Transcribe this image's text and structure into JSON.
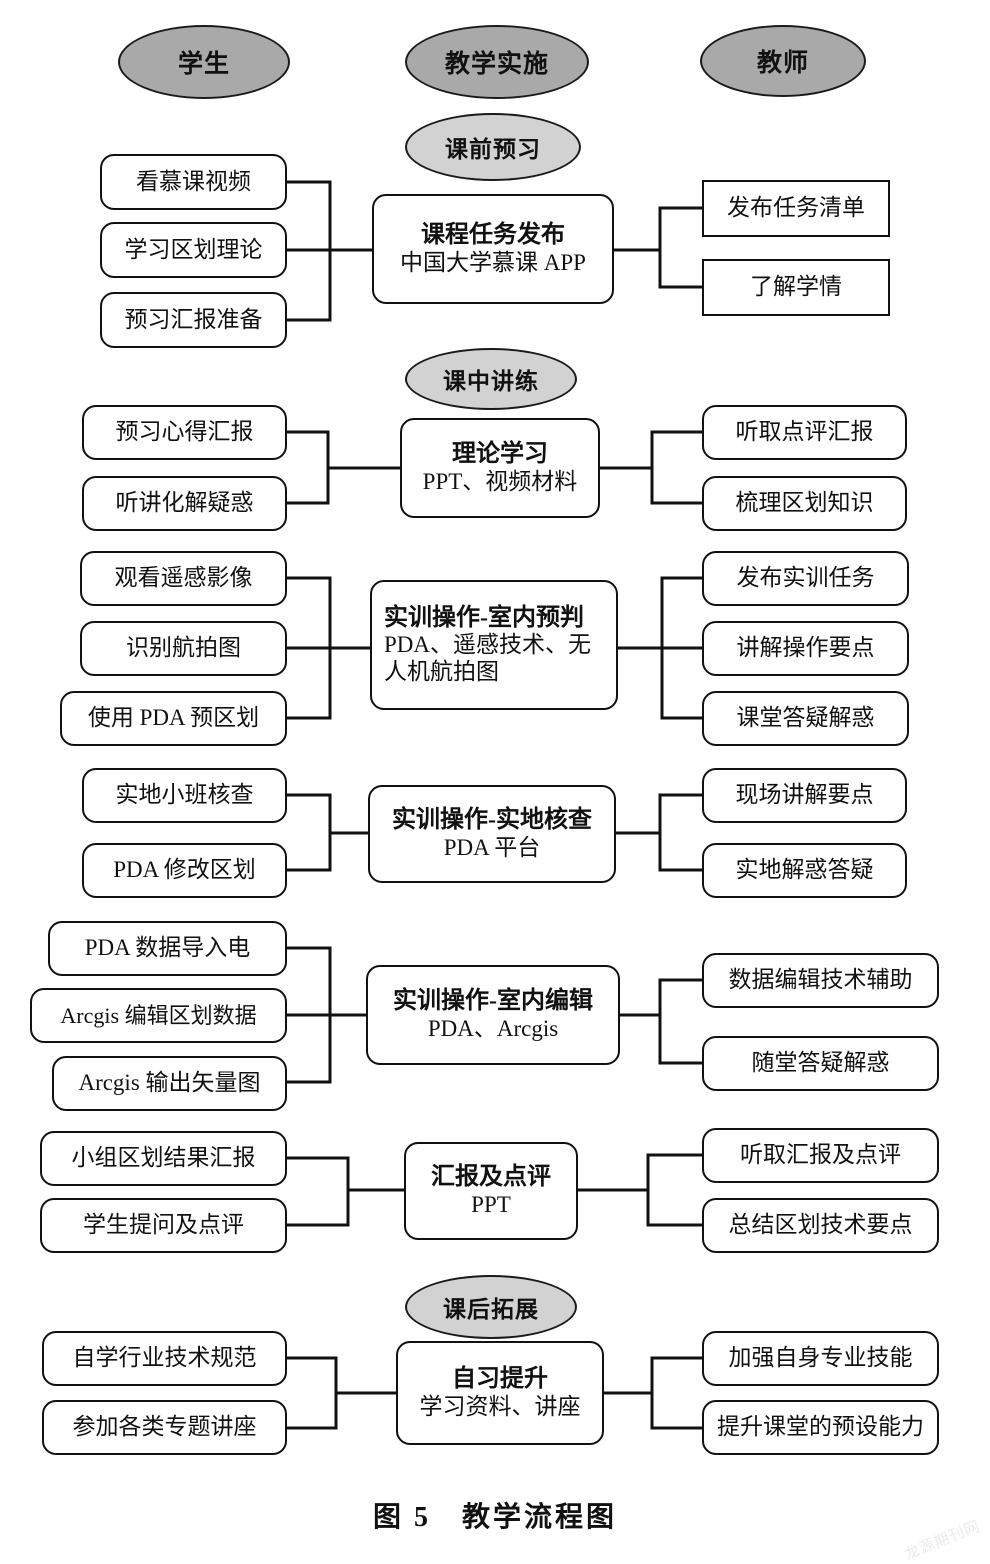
{
  "figure": {
    "caption": "图 5　教学流程图",
    "watermark": "龙源期刊网"
  },
  "colors": {
    "role_ellipse_fill": "#a9a9a9",
    "phase_ellipse_fill": "#d2d2d2",
    "stroke": "#111111",
    "background": "#ffffff"
  },
  "columns": [
    {
      "id": "student",
      "label": "学生"
    },
    {
      "id": "teaching",
      "label": "教学实施"
    },
    {
      "id": "teacher",
      "label": "教师"
    }
  ],
  "phases": [
    {
      "id": "pre-class",
      "label": "课前预习"
    },
    {
      "id": "in-class",
      "label": "课中讲练"
    },
    {
      "id": "post-class",
      "label": "课后拓展"
    }
  ],
  "sections": [
    {
      "id": "course-task-release",
      "phase": "课前预习",
      "center": {
        "title": "课程任务发布",
        "subtitle": "中国大学慕课 APP"
      },
      "student": [
        "看慕课视频",
        "学习区划理论",
        "预习汇报准备"
      ],
      "teacher": [
        "发布任务清单",
        "了解学情"
      ]
    },
    {
      "id": "theory-study",
      "phase": "课中讲练",
      "center": {
        "title": "理论学习",
        "subtitle": "PPT、视频材料"
      },
      "student": [
        "预习心得汇报",
        "听讲化解疑惑"
      ],
      "teacher": [
        "听取点评汇报",
        "梳理区划知识"
      ]
    },
    {
      "id": "indoor-prejudge",
      "phase": "",
      "center": {
        "title": "实训操作-室内预判",
        "subtitle": "PDA、遥感技术、无\n人机航拍图"
      },
      "student": [
        "观看遥感影像",
        "识别航拍图",
        "使用 PDA 预区划"
      ],
      "teacher": [
        "发布实训任务",
        "讲解操作要点",
        "课堂答疑解惑"
      ]
    },
    {
      "id": "field-verification",
      "phase": "",
      "center": {
        "title": "实训操作-实地核查",
        "subtitle": "PDA 平台"
      },
      "student": [
        "实地小班核查",
        "PDA 修改区划"
      ],
      "teacher": [
        "现场讲解要点",
        "实地解惑答疑"
      ]
    },
    {
      "id": "indoor-editing",
      "phase": "",
      "center": {
        "title": "实训操作-室内编辑",
        "subtitle": "PDA、Arcgis"
      },
      "student": [
        "PDA  数据导入电",
        "Arcgis 编辑区划数据",
        "Arcgis 输出矢量图"
      ],
      "teacher": [
        "数据编辑技术辅助",
        "随堂答疑解惑"
      ]
    },
    {
      "id": "report-and-review",
      "phase": "",
      "center": {
        "title": "汇报及点评",
        "subtitle": "PPT"
      },
      "student": [
        "小组区划结果汇报",
        "学生提问及点评"
      ],
      "teacher": [
        "听取汇报及点评",
        "总结区划技术要点"
      ]
    },
    {
      "id": "self-study-improve",
      "phase": "课后拓展",
      "center": {
        "title": "自习提升",
        "subtitle": "学习资料、讲座"
      },
      "student": [
        "自学行业技术规范",
        "参加各类专题讲座"
      ],
      "teacher": [
        "加强自身专业技能",
        "提升课堂的预设能力"
      ]
    }
  ]
}
